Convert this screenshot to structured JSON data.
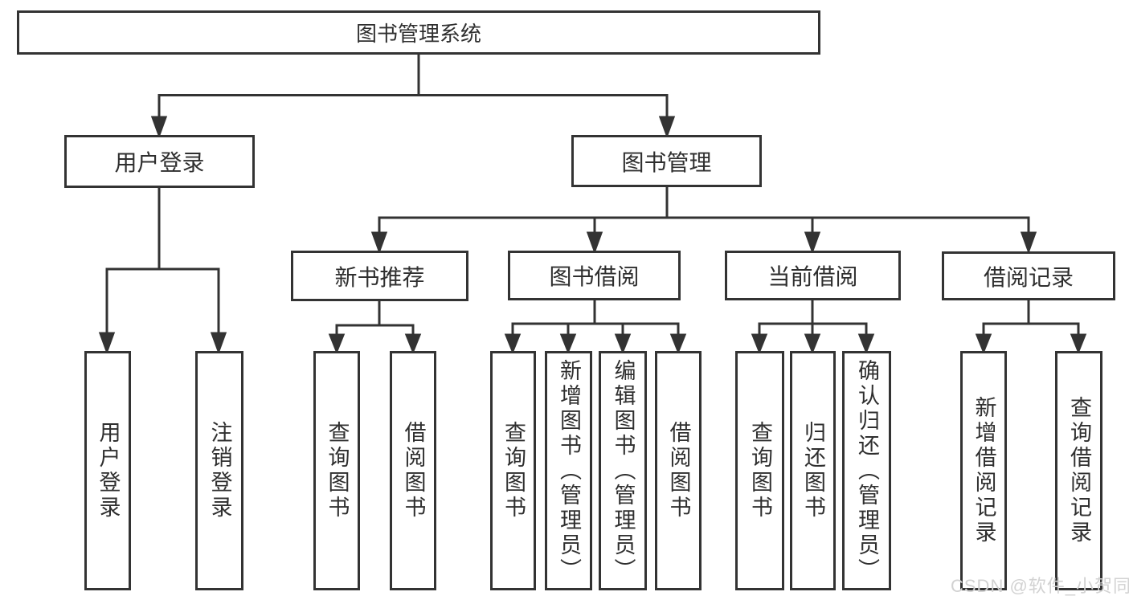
{
  "nodes": {
    "root": "图书管理系统",
    "user_login": "用户登录",
    "book_management": "图书管理",
    "new_book_recommend": "新书推荐",
    "book_borrowing": "图书借阅",
    "current_borrowing": "当前借阅",
    "borrowing_records": "借阅记录",
    "leaf_user_login": "用户登录",
    "leaf_logout_login": "注销登录",
    "leaf_query_book_a": "查询图书",
    "leaf_borrow_book_a": "借阅图书",
    "leaf_query_book_b": "查询图书",
    "leaf_add_book_admin": "新增图书（管理员）",
    "leaf_edit_book_admin": "编辑图书（管理员）",
    "leaf_borrow_book_b": "借阅图书",
    "leaf_query_book_c": "查询图书",
    "leaf_return_book": "归还图书",
    "leaf_confirm_return_admin": "确认归还（管理员）",
    "leaf_add_borrow_record": "新增借阅记录",
    "leaf_query_borrow_record": "查询借阅记录"
  },
  "watermark": "CSDN @软件_小贺同学",
  "colors": {
    "line": "#333333",
    "text": "#2f2f2f",
    "watermark": "#d2d2d2",
    "background": "#ffffff"
  }
}
